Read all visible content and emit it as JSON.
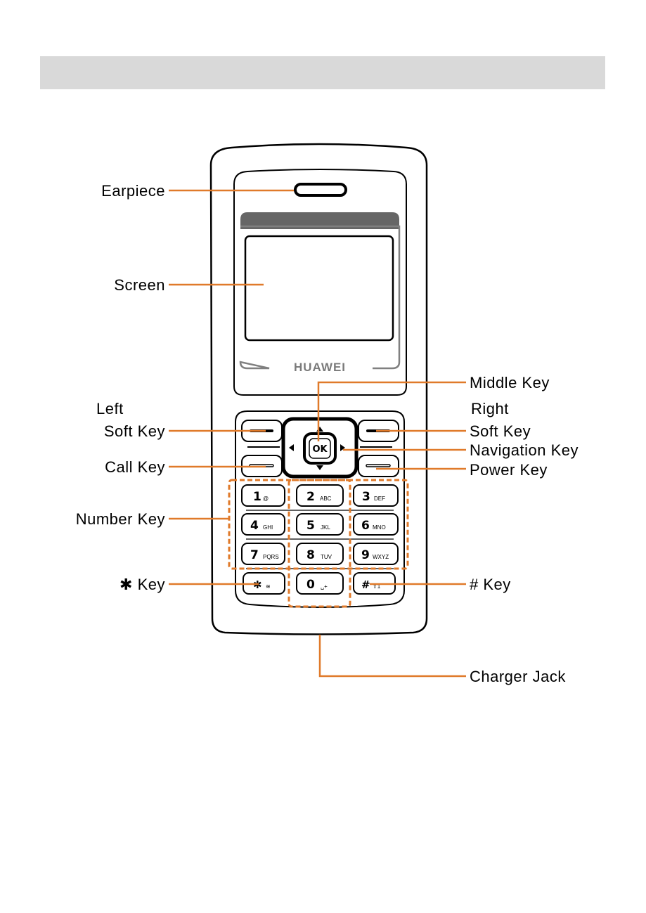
{
  "brand": "HUAWEI",
  "ok_label": "OK",
  "labels": {
    "earpiece": "Earpiece",
    "screen": "Screen",
    "left": "Left",
    "left_soft_key": "Soft Key",
    "call_key": "Call Key",
    "number_key": "Number Key",
    "star_key": "✱ Key",
    "middle_key": "Middle Key",
    "right": "Right",
    "right_soft_key": "Soft Key",
    "navigation_key": "Navigation Key",
    "power_key": "Power Key",
    "hash_key": "# Key",
    "charger_jack": "Charger  Jack"
  },
  "keys": [
    {
      "main": "1",
      "sub": "@"
    },
    {
      "main": "2",
      "sub": "ABC"
    },
    {
      "main": "3",
      "sub": "DEF"
    },
    {
      "main": "4",
      "sub": "GHI"
    },
    {
      "main": "5",
      "sub": "JKL"
    },
    {
      "main": "6",
      "sub": "MNO"
    },
    {
      "main": "7",
      "sub": "PQRS"
    },
    {
      "main": "8",
      "sub": "TUV"
    },
    {
      "main": "9",
      "sub": "WXYZ"
    },
    {
      "main": "✱",
      "sub": "≋"
    },
    {
      "main": "0",
      "sub": "␣+"
    },
    {
      "main": "#",
      "sub": "⇧1"
    }
  ],
  "colors": {
    "leader": "#e07a2a",
    "outline": "#000000",
    "header": "#d9d9d9",
    "brand_text": "#7a7a7a",
    "screen_frame": "#808080"
  }
}
